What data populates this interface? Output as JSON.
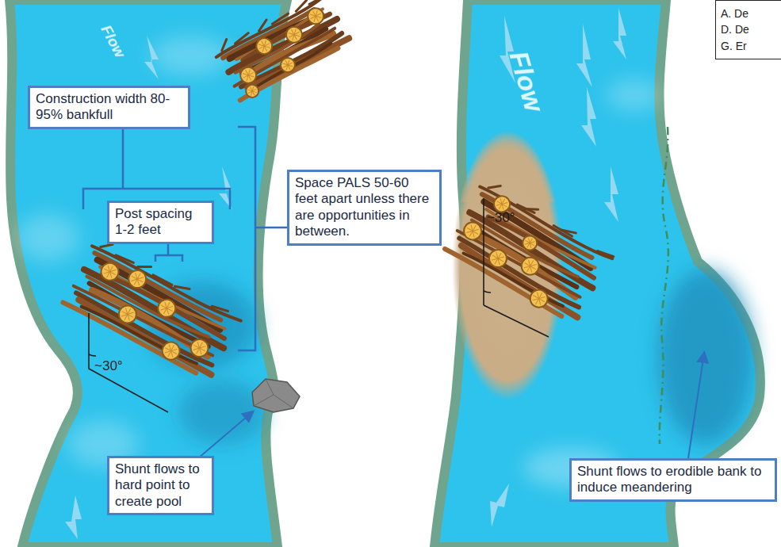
{
  "diagram": {
    "nodes": [
      {
        "text": [
          "A. De",
          "D. De",
          "G. Er"
        ]
      },
      {
        "text": [
          "Construction width 80-95% bankfull"
        ]
      },
      {
        "text": [
          "Post spacing 1-2 feet"
        ]
      },
      {
        "text": [
          "Space PALS 50-60 feet apart unless there are opportunities in between."
        ]
      },
      {
        "text": [
          "Shunt flows to hard point to create pool"
        ]
      },
      {
        "text": [
          "Shunt flows to erodible bank to induce meandering"
        ]
      }
    ],
    "labels": [
      "Flow",
      "Flow",
      "~30°",
      "~30°"
    ]
  }
}
